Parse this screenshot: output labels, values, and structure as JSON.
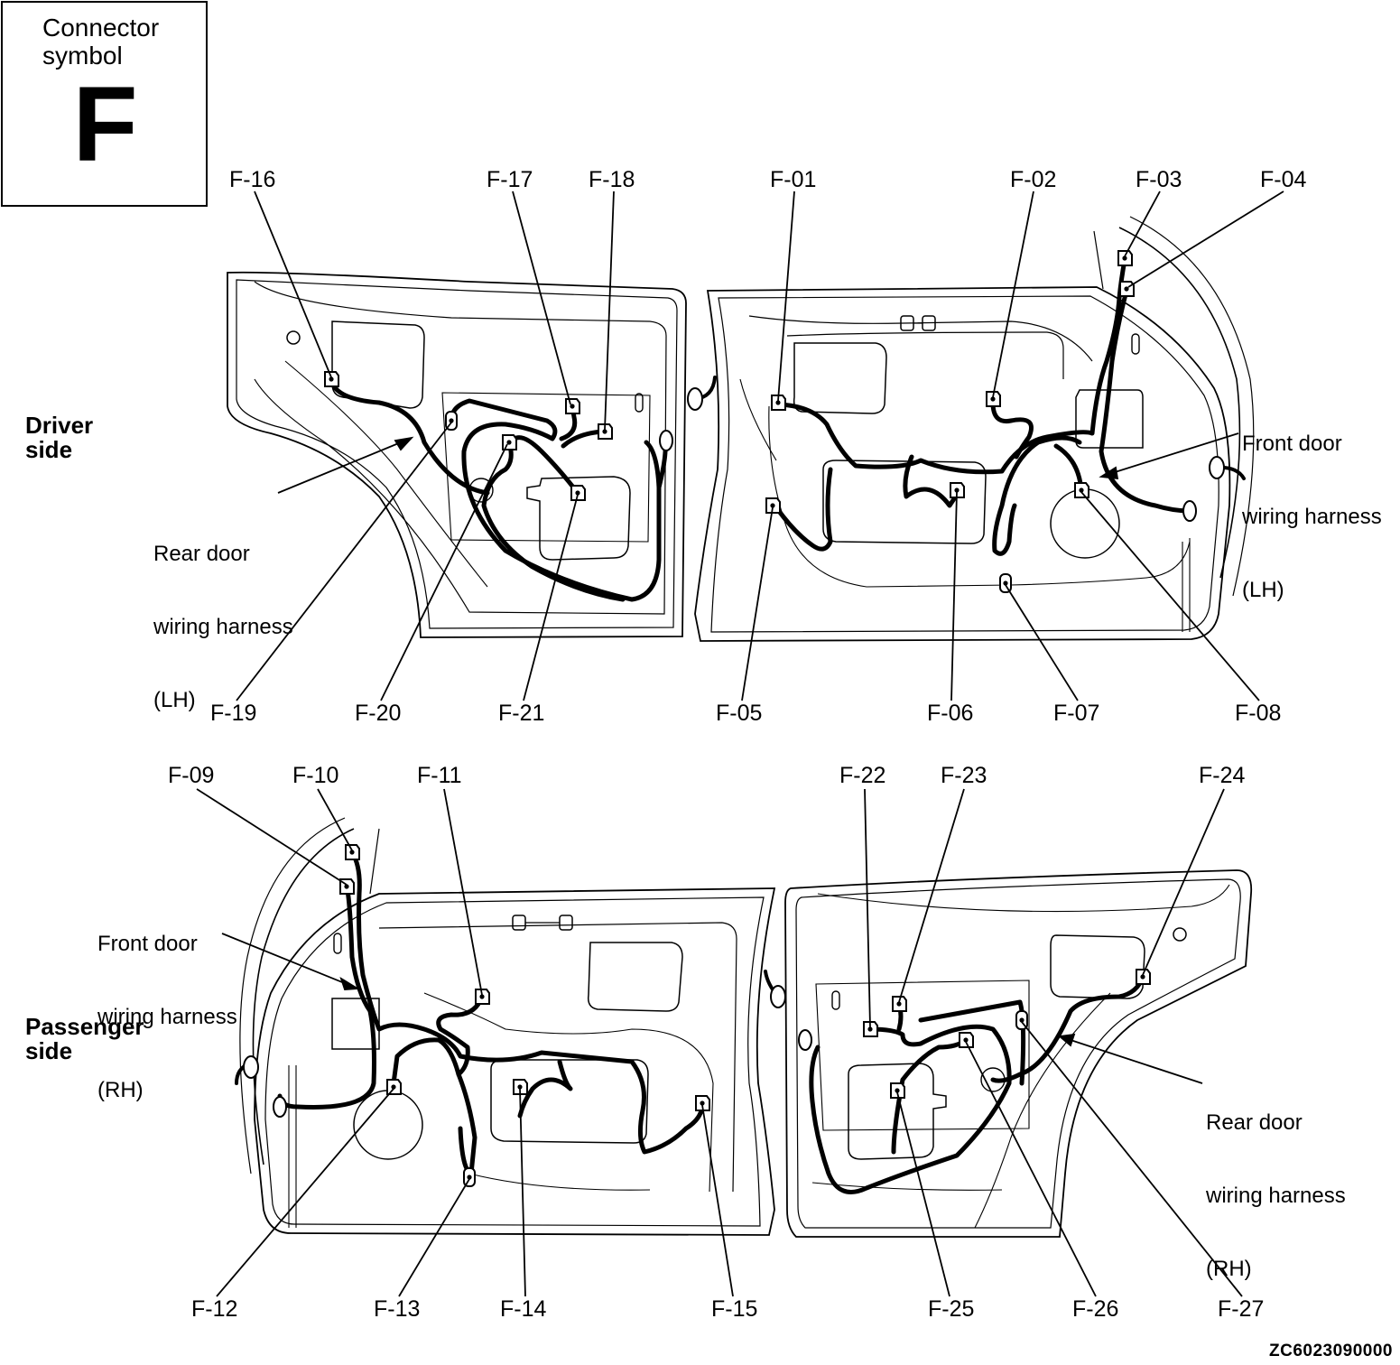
{
  "connector_box": {
    "title_line1": "Connector",
    "title_line2": "symbol",
    "letter": "F"
  },
  "sections": {
    "driver": {
      "line1": "Driver",
      "line2": "side"
    },
    "passenger": {
      "line1": "Passenger",
      "line2": "side"
    }
  },
  "notes": {
    "rear_lh": {
      "line1": "Rear door",
      "line2": "wiring harness",
      "line3": "(LH)"
    },
    "front_lh": {
      "line1": "Front door",
      "line2": "wiring harness",
      "line3": "(LH)"
    },
    "front_rh": {
      "line1": "Front door",
      "line2": "wiring harness",
      "line3": "(RH)"
    },
    "rear_rh": {
      "line1": "Rear door",
      "line2": "wiring harness",
      "line3": "(RH)"
    }
  },
  "connectors": {
    "F01": "F-01",
    "F02": "F-02",
    "F03": "F-03",
    "F04": "F-04",
    "F05": "F-05",
    "F06": "F-06",
    "F07": "F-07",
    "F08": "F-08",
    "F09": "F-09",
    "F10": "F-10",
    "F11": "F-11",
    "F12": "F-12",
    "F13": "F-13",
    "F14": "F-14",
    "F15": "F-15",
    "F16": "F-16",
    "F17": "F-17",
    "F18": "F-18",
    "F19": "F-19",
    "F20": "F-20",
    "F21": "F-21",
    "F22": "F-22",
    "F23": "F-23",
    "F24": "F-24",
    "F25": "F-25",
    "F26": "F-26",
    "F27": "F-27"
  },
  "doc_id": "ZC6023090000"
}
